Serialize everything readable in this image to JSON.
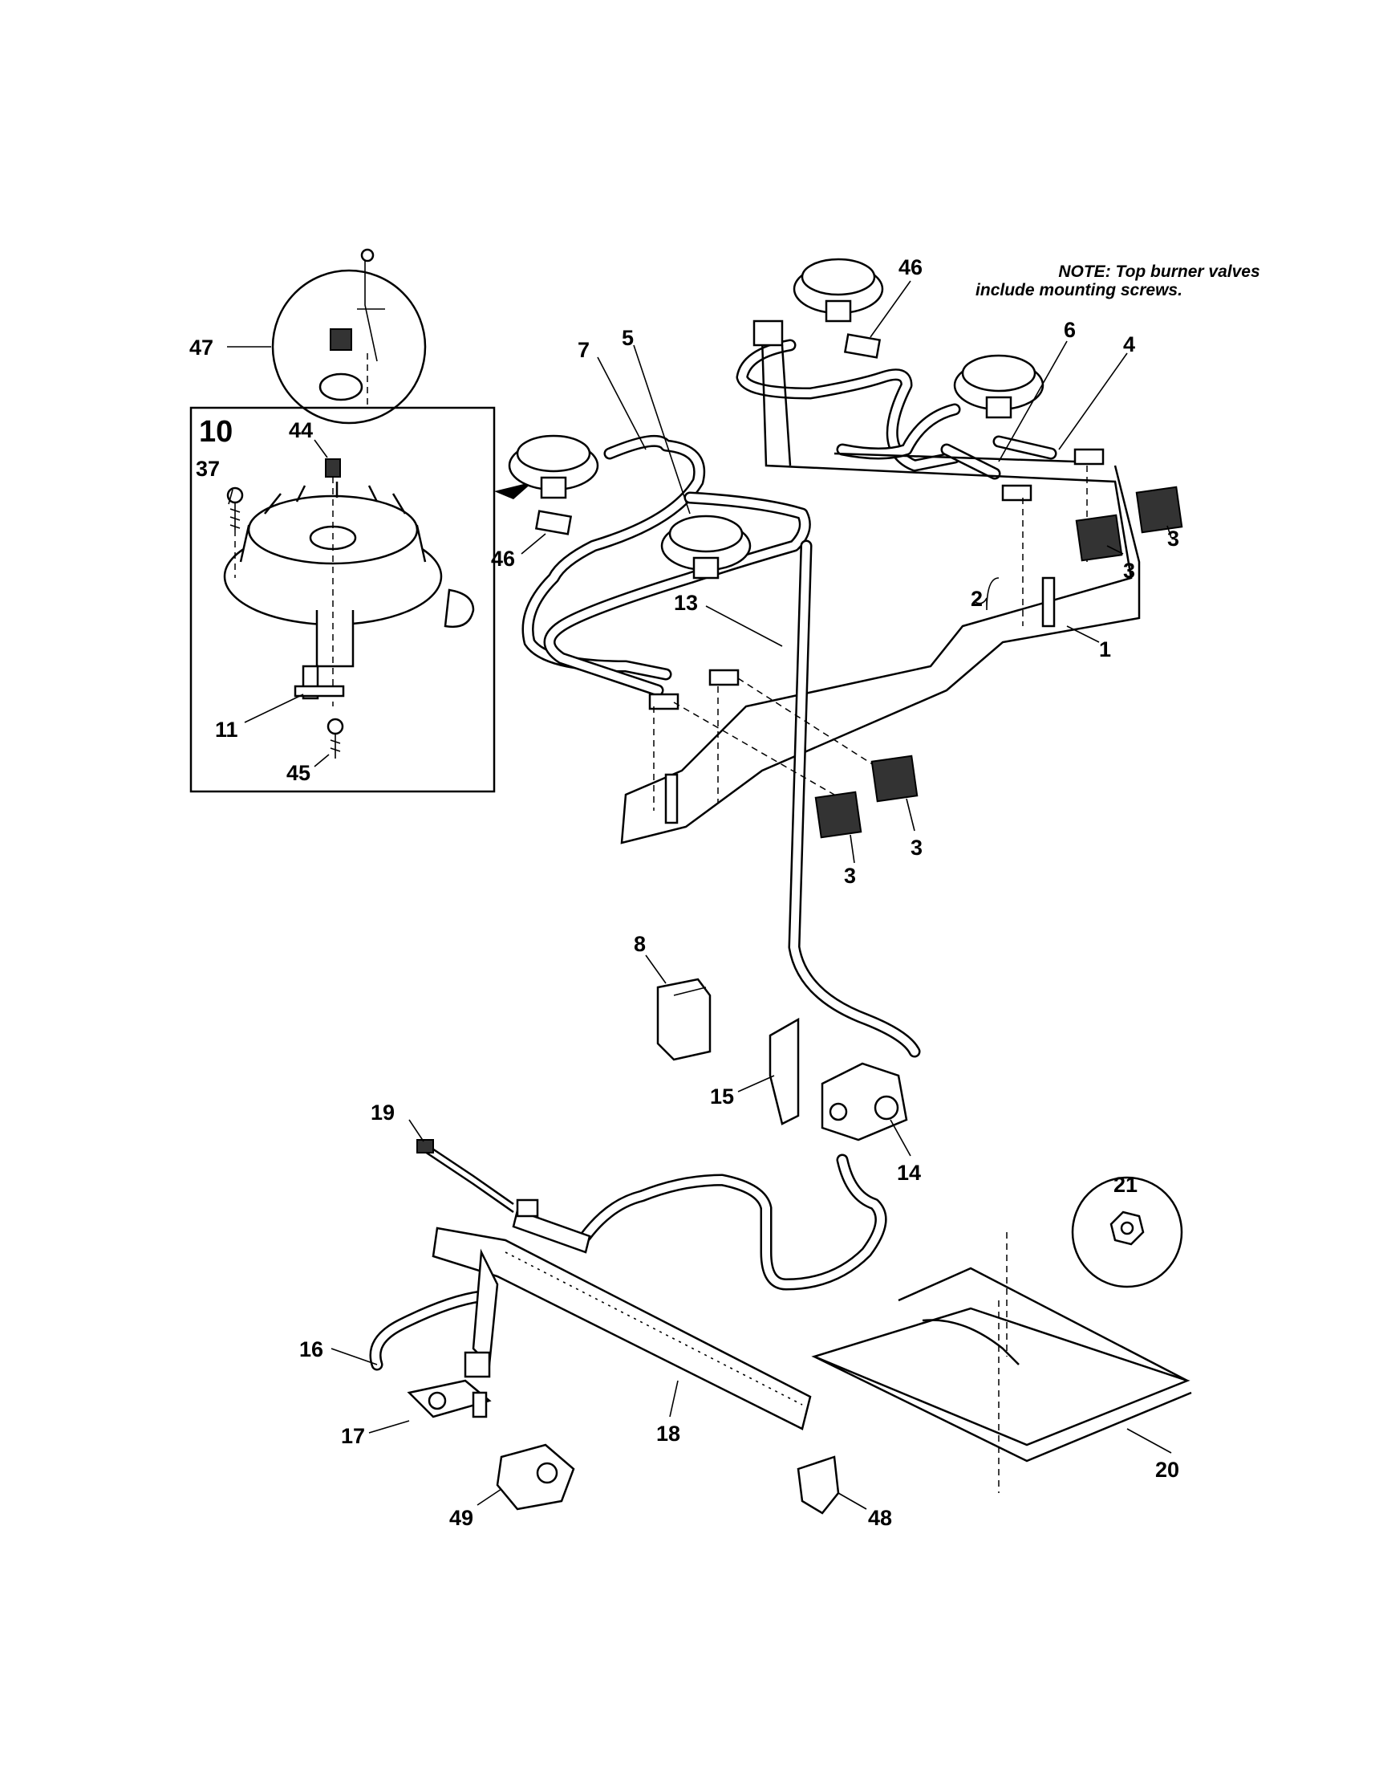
{
  "note": {
    "line1": "NOTE: Top burner valves",
    "line2": "include mounting screws."
  },
  "inset_title": "10",
  "callouts": {
    "c1": "1",
    "c2": "2",
    "c3a": "3",
    "c3b": "3",
    "c3c": "3",
    "c3d": "3",
    "c4": "4",
    "c5": "5",
    "c6": "6",
    "c7": "7",
    "c8": "8",
    "c11": "11",
    "c13": "13",
    "c14": "14",
    "c15": "15",
    "c16": "16",
    "c17": "17",
    "c18": "18",
    "c19": "19",
    "c20": "20",
    "c21": "21",
    "c37": "37",
    "c44": "44",
    "c45": "45",
    "c46a": "46",
    "c46b": "46",
    "c47": "47",
    "c48": "48",
    "c49": "49"
  }
}
